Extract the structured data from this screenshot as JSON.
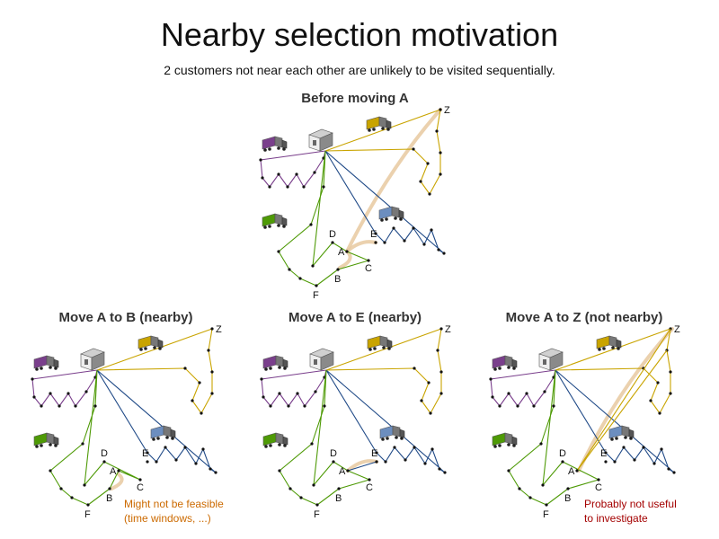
{
  "title": "Nearby selection motivation",
  "subtitle": "2 customers not near each other are unlikely to be visited sequentially.",
  "colors": {
    "purple": "#7a3f8c",
    "gold": "#c9a400",
    "green": "#4e9a06",
    "blue": "#204a87",
    "arrow": "#e8c9a0",
    "note_orange": "#cc6a00",
    "note_red": "#a40000"
  },
  "icons": [
    "depot-building-icon",
    "truck-icon"
  ],
  "panels": [
    {
      "title": "Before moving A",
      "node_labels": {
        "Z": "Z",
        "D": "D",
        "A": "A",
        "E": "E",
        "C": "C",
        "B": "B",
        "F": "F"
      }
    },
    {
      "title": "Move A to B (nearby)",
      "note": [
        "Might not be feasible",
        "(time windows, ...)"
      ],
      "node_labels": {
        "Z": "Z",
        "D": "D",
        "A": "A",
        "E": "E",
        "C": "C",
        "B": "B",
        "F": "F"
      }
    },
    {
      "title": "Move A to E (nearby)",
      "node_labels": {
        "Z": "Z",
        "D": "D",
        "A": "A",
        "E": "E",
        "C": "C",
        "B": "B",
        "F": "F"
      }
    },
    {
      "title": "Move A to Z (not nearby)",
      "note": [
        "Probably not useful",
        "to investigate"
      ],
      "node_labels": {
        "Z": "Z",
        "D": "D",
        "A": "A",
        "E": "E",
        "C": "C",
        "B": "B",
        "F": "F"
      }
    }
  ]
}
